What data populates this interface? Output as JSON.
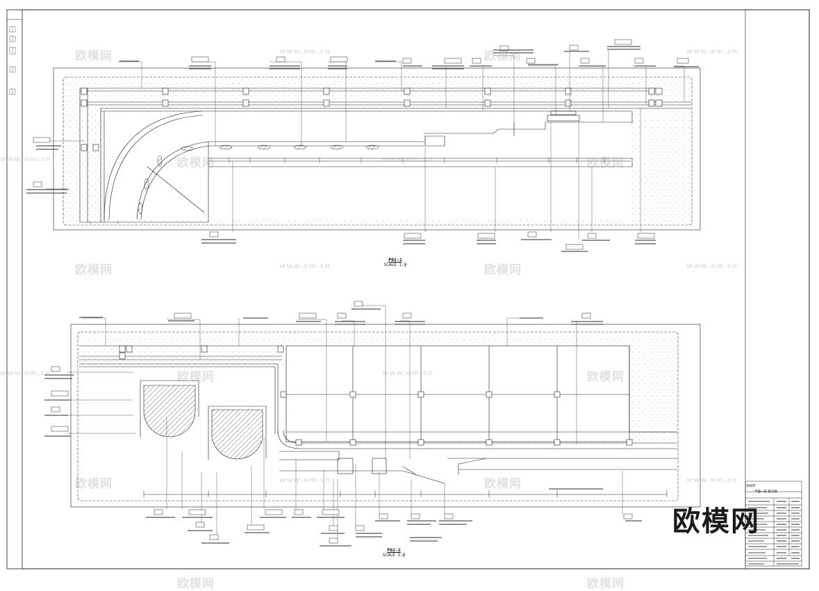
{
  "sheet": {
    "brand": "欧模网",
    "watermark_text": "欧模网",
    "watermark_url": "www.om.cn",
    "line_color": "#1a1a1a",
    "paper_color": "#ffffff"
  },
  "plan1": {
    "title": "P02-1",
    "scale": "SCALE 1:@"
  },
  "plan2": {
    "title": "P02-2",
    "scale": "SCALE 1:@"
  },
  "title_block": {
    "rows": [
      "深圳市",
      "平面一层 施工图"
    ]
  }
}
